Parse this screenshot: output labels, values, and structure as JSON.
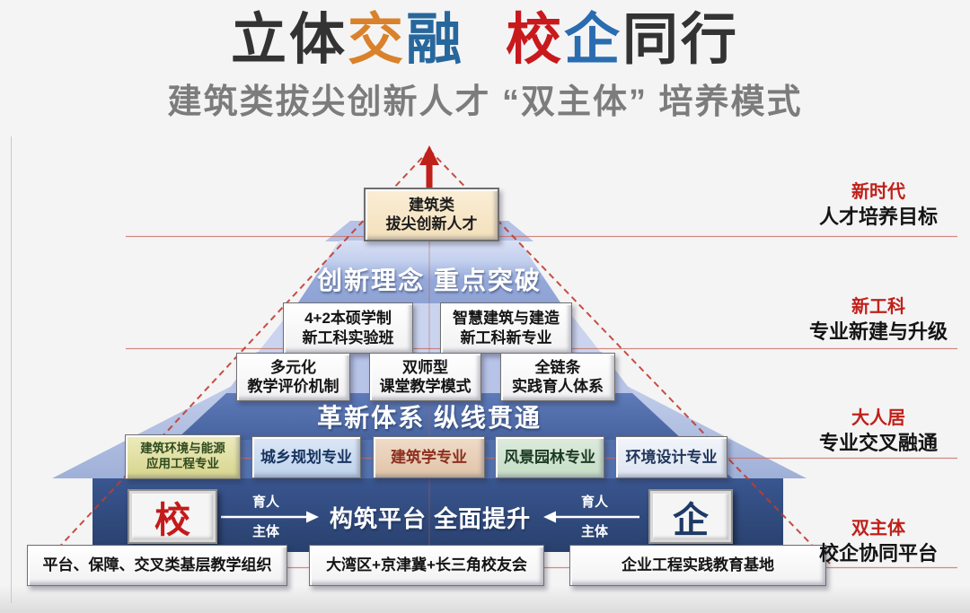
{
  "slide": {
    "title": {
      "segments": [
        {
          "text": "立体",
          "color": "#333333"
        },
        {
          "text": "交",
          "color": "#d9822b"
        },
        {
          "text": "融",
          "color": "#27679c"
        },
        {
          "text": "校",
          "color": "#c8191d"
        },
        {
          "text": "企",
          "color": "#2a6cb0"
        },
        {
          "text": "同行",
          "color": "#333333"
        }
      ],
      "subtitle": "建筑类拔尖创新人才 “双主体” 培养模式",
      "subtitle_color": "#7c7c7c"
    },
    "pyramid": {
      "apex_box": {
        "line1": "建筑类",
        "line2": "拔尖创新人才"
      },
      "level2_banner": "创新理念 重点突破",
      "level2_boxes": [
        {
          "line1": "4+2本硕学制",
          "line2": "新工科实验班"
        },
        {
          "line1": "智慧建筑与建造",
          "line2": "新工科新专业"
        }
      ],
      "level3_boxes": [
        {
          "line1": "多元化",
          "line2": "教学评价机制"
        },
        {
          "line1": "双师型",
          "line2": "课堂教学模式"
        },
        {
          "line1": "全链条",
          "line2": "实践育人体系"
        }
      ],
      "level4_banner": "革新体系 纵线贯通",
      "specialty_boxes": [
        {
          "line1": "建筑环境与能源",
          "line2": "应用工程专业",
          "bg": "#dedc96",
          "fg": "#2f4a1e"
        },
        {
          "line1": "城乡规划专业",
          "bg": "#c6d8ef",
          "fg": "#17335e"
        },
        {
          "line1": "建筑学专业",
          "bg": "#e6cbb2",
          "fg": "#8e2f1f"
        },
        {
          "line1": "风景园林专业",
          "bg": "#cfe4cf",
          "fg": "#1c3a24"
        },
        {
          "line1": "环境设计专业",
          "bg": "#e9edf6",
          "fg": "#22365c"
        }
      ],
      "base": {
        "school": "校",
        "enterprise": "企",
        "banner": "构筑平台 全面提升",
        "arrow_label_top": "育人",
        "arrow_label_bottom": "主体"
      },
      "bottom_boxes": [
        "平台、保障、交叉类基层教学组织",
        "大湾区+京津冀+长三角校友会",
        "企业工程实践教育基地"
      ]
    },
    "right_labels": [
      {
        "tag": "新时代",
        "desc": "人才培养目标"
      },
      {
        "tag": "新工科",
        "desc": "专业新建与升级"
      },
      {
        "tag": "大人居",
        "desc": "专业交叉融通"
      },
      {
        "tag": "双主体",
        "desc": "校企协同平台"
      }
    ],
    "accent_colors": {
      "dashed_triangle": "#c23b2e",
      "guide_line": "#c96f63",
      "arrow_red": "#c0201a",
      "navy_base": "#2b4679",
      "band_blue": "#4a67a6",
      "light_band": "#a9b8de"
    }
  }
}
